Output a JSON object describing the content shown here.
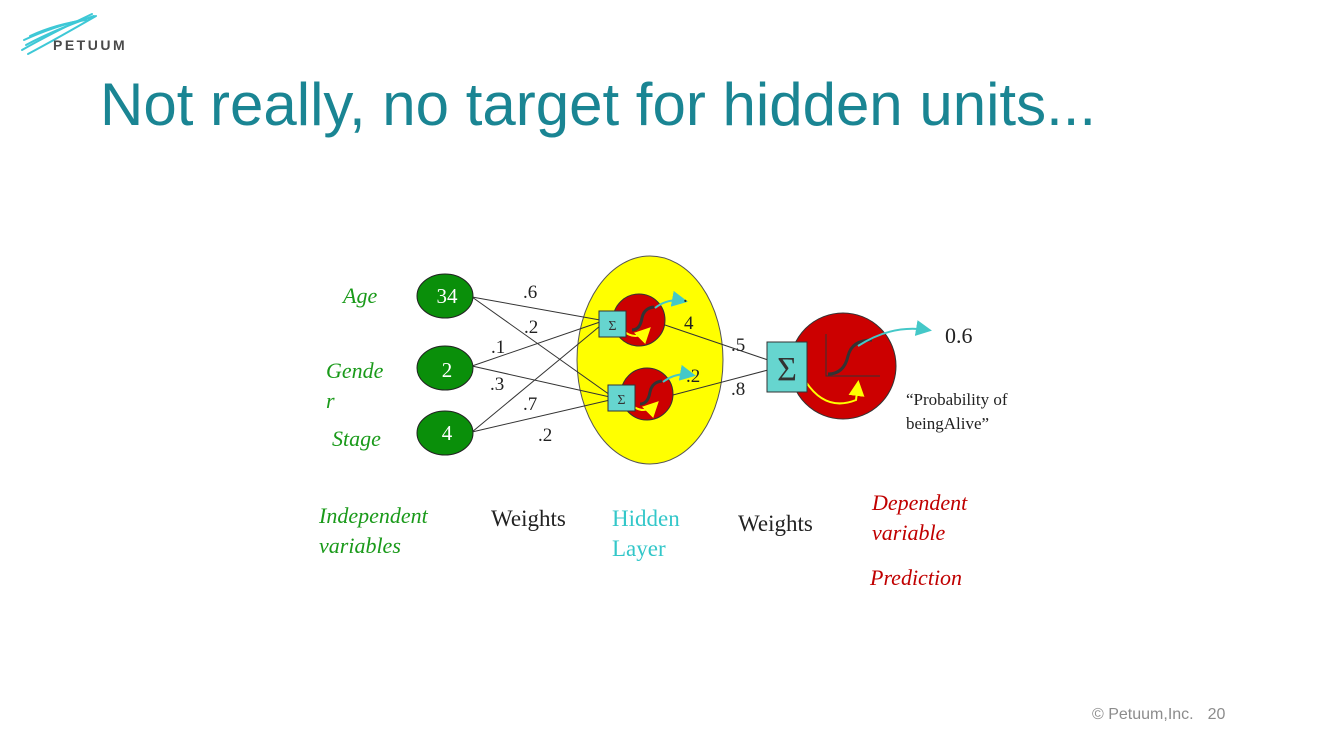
{
  "logo": {
    "text": "PETUUM",
    "color": "#3ec8d6"
  },
  "title": "Not really, no target for hidden units...",
  "diagram": {
    "inputs": [
      {
        "name": "Age",
        "value": "34"
      },
      {
        "name": "Gende",
        "name_wrap": "r",
        "value": "2"
      },
      {
        "name": "Stage",
        "value": "4"
      }
    ],
    "weights_in": [
      ".6",
      ".2",
      ".1",
      ".3",
      ".7",
      ".2"
    ],
    "weights_hidden": [
      ".",
      "4",
      ".2"
    ],
    "weights_out": [
      ".5",
      ".8"
    ],
    "sigma": "Σ",
    "output_value": "0.6",
    "output_caption_line1": "“Probability of",
    "output_caption_line2": "beingAlive”",
    "labels": {
      "independent_1": "Independent",
      "independent_2": "variables",
      "weights_1": "Weights",
      "hidden_1": "Hidden",
      "hidden_2": "Layer",
      "weights_2": "Weights",
      "dependent_1": "Dependent",
      "dependent_2": "variable",
      "prediction": "Prediction"
    },
    "colors": {
      "input_green": "#0a8f0a",
      "hidden_yellow": "#ffff00",
      "node_red": "#cc0000",
      "sigma_teal": "#66d5cf",
      "label_green": "#1a9a1a",
      "label_teal": "#33c7c9",
      "label_red": "#c00000"
    }
  },
  "footer": {
    "copyright": "© Petuum,Inc.",
    "page": "20"
  }
}
